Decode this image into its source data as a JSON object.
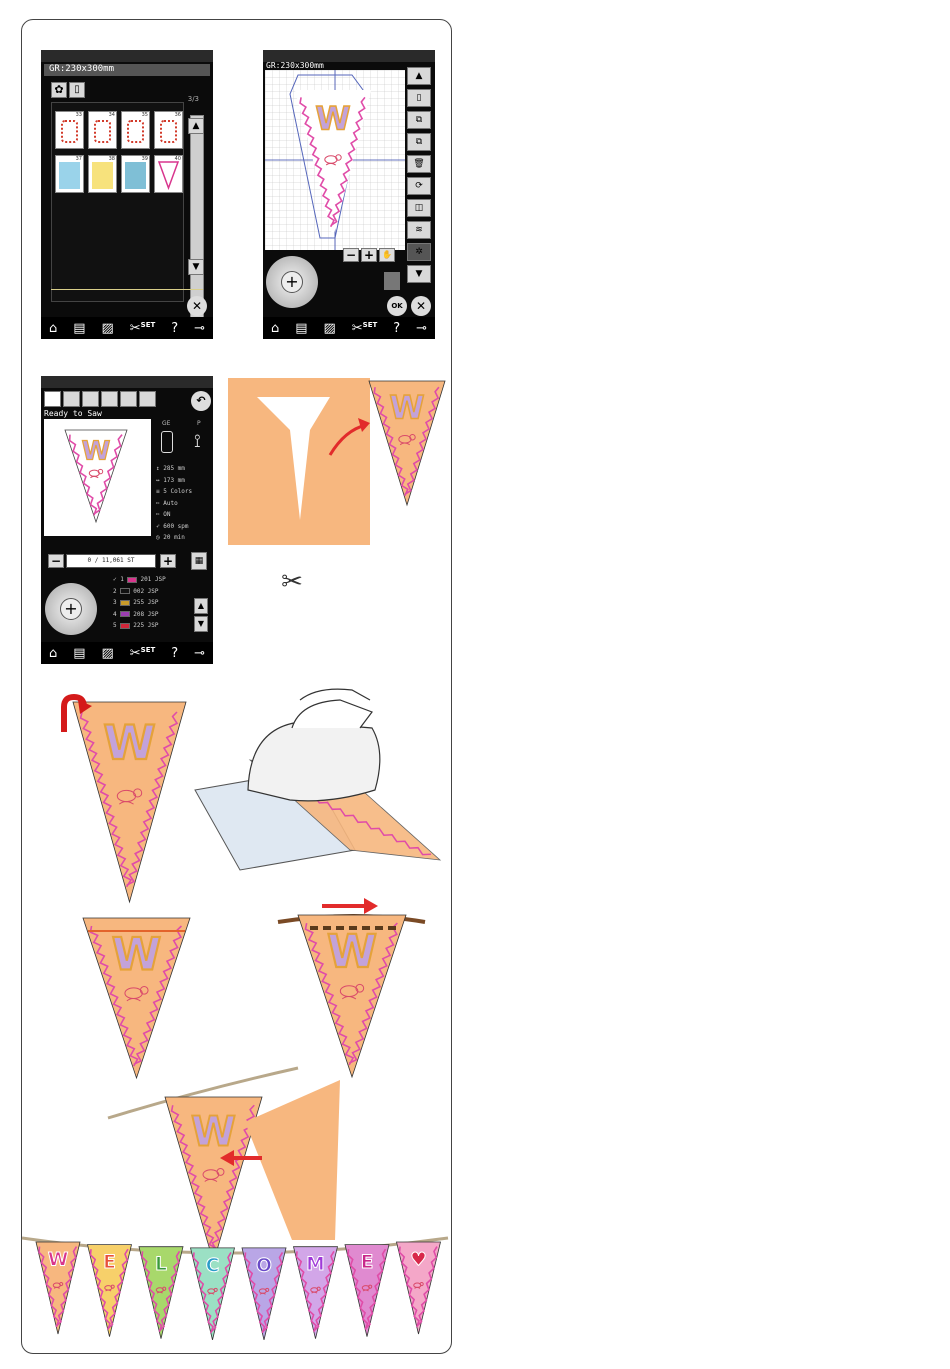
{
  "screen1": {
    "title": "GR:230x300mm",
    "page_indicator": "3/3",
    "thumb_numbers": [
      "33",
      "34",
      "35",
      "36",
      "37",
      "38",
      "39",
      "40"
    ],
    "close_icon": "close-icon"
  },
  "screen2": {
    "title": "GR:230x300mm",
    "ok_label": "OK"
  },
  "screen3": {
    "status": "Ready to Saw",
    "hoop": "GE",
    "foot": "P",
    "info": {
      "height": "285 mm",
      "width": "173 mm",
      "colors": "5 Colors",
      "cut": "Auto",
      "trim": "ON",
      "speed": "600 spm",
      "time": "20 min"
    },
    "stitch_count": "0 / 11,061 ST",
    "threads": [
      {
        "index": "1",
        "code": "201 JSP",
        "color": "#d8358d"
      },
      {
        "index": "2",
        "code": "002 JSP",
        "color": "#111111"
      },
      {
        "index": "3",
        "code": "255 JSP",
        "color": "#c89a2a"
      },
      {
        "index": "4",
        "code": "208 JSP",
        "color": "#9b3eb0"
      },
      {
        "index": "5",
        "code": "225 JSP",
        "color": "#d1263a"
      }
    ]
  },
  "bottom_bar": {
    "set_label": "SET",
    "help_label": "?"
  },
  "garland_letters": [
    "W",
    "E",
    "L",
    "C",
    "O",
    "M",
    "E",
    "♥"
  ],
  "pennant_letter": "W",
  "colors": {
    "fabric": "#f7b77f",
    "zigzag": "#e04ca8",
    "letter_fill": "#c3a2d9",
    "letter_outline": "#e5a23a",
    "arrow": "#e22b2b",
    "cord": "#b8a88a"
  }
}
